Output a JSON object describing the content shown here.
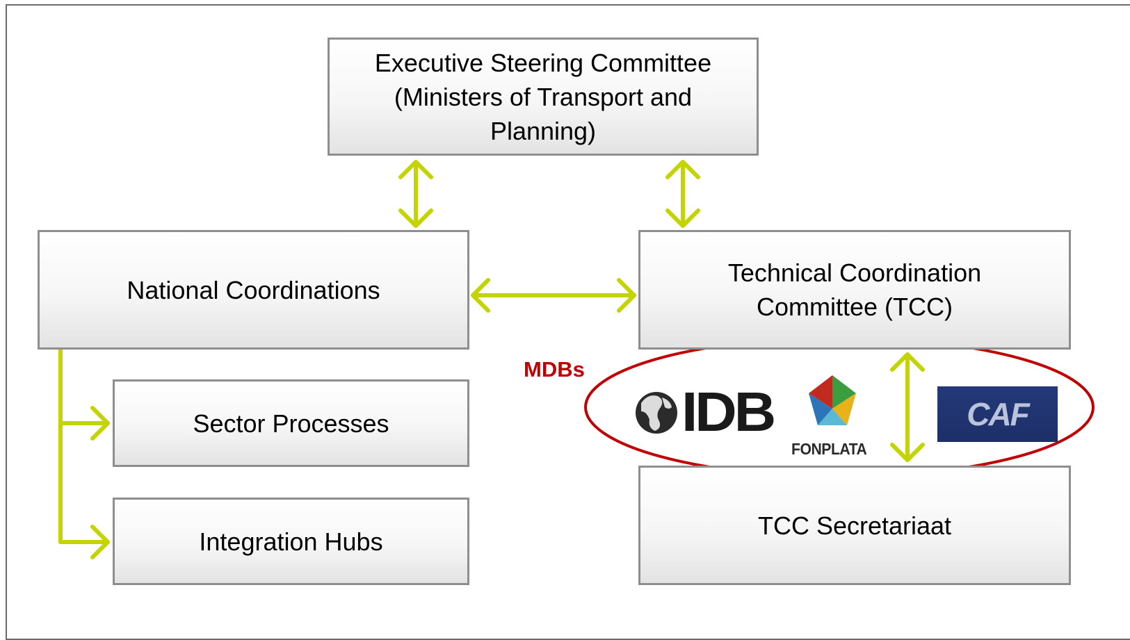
{
  "nodes": {
    "executive": "Executive Steering Committee\n(Ministers of Transport and\nPlanning)",
    "national": "National Coordinations",
    "technical": "Technical Coordination\nCommittee (TCC)",
    "sector": "Sector Processes",
    "hubs": "Integration Hubs",
    "secretariat": "TCC Secretariaat"
  },
  "mdbs": {
    "label": "MDBs",
    "idb_logo_text": "IDB",
    "fonplata_logo_text": "FONPLATA",
    "caf_logo_text": "CAF"
  },
  "colors": {
    "arrow": "#c3d400",
    "ellipse": "#c00000",
    "box_border": "#8e8e8e"
  }
}
